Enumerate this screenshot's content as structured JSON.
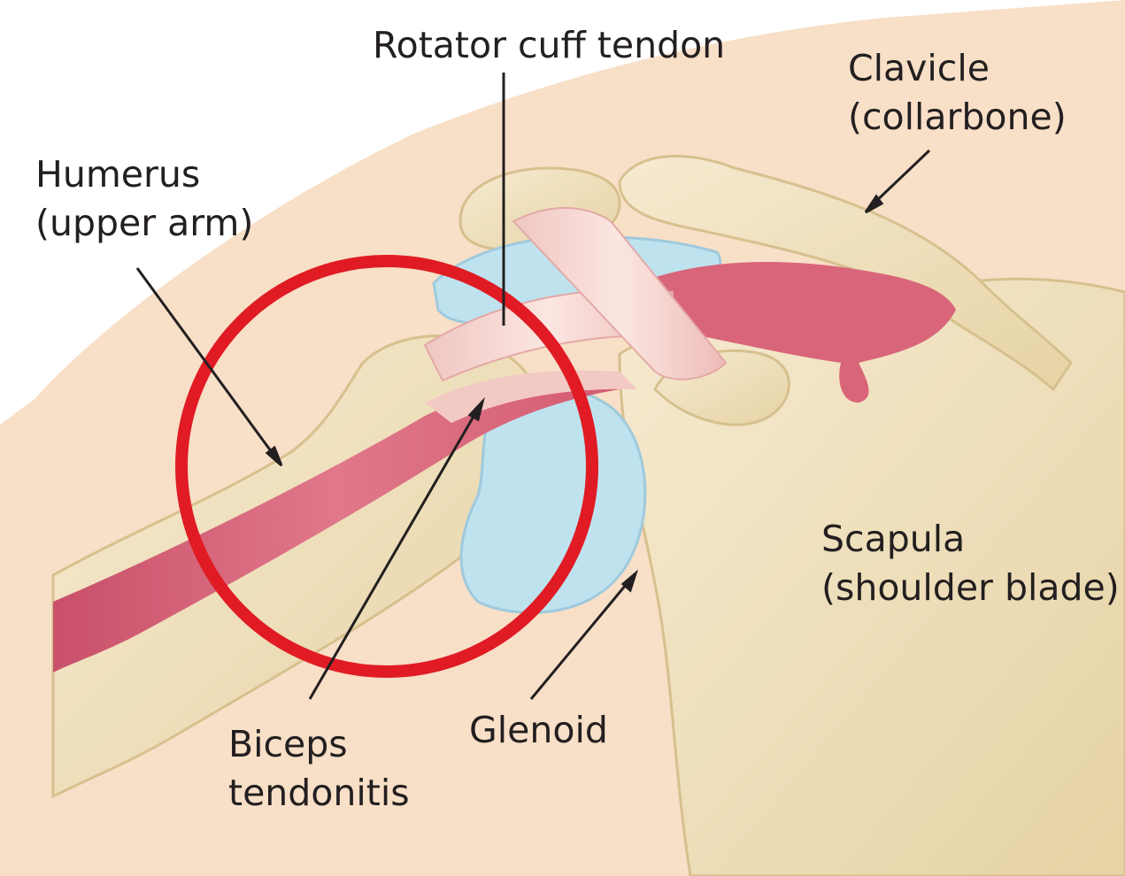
{
  "labels": {
    "rotator_cuff": "Rotator cuff tendon",
    "clavicle_line1": "Clavicle",
    "clavicle_line2": "(collarbone)",
    "humerus_line1": "Humerus",
    "humerus_line2": "(upper arm)",
    "scapula_line1": "Scapula",
    "scapula_line2": "(shoulder blade)",
    "glenoid": "Glenoid",
    "biceps_line1": "Biceps",
    "biceps_line2": "tendonitis"
  },
  "colors": {
    "skin": "#f8dfc7",
    "bone": "#f1e2bb",
    "bone_outline": "#d6c08e",
    "muscle": "#d9657a",
    "muscle_light": "#ee9aa6",
    "tendon": "#f5d3cf",
    "cartilage": "#bfe2ef",
    "highlight_ring": "#e01b24",
    "leader_line": "#231f20"
  }
}
